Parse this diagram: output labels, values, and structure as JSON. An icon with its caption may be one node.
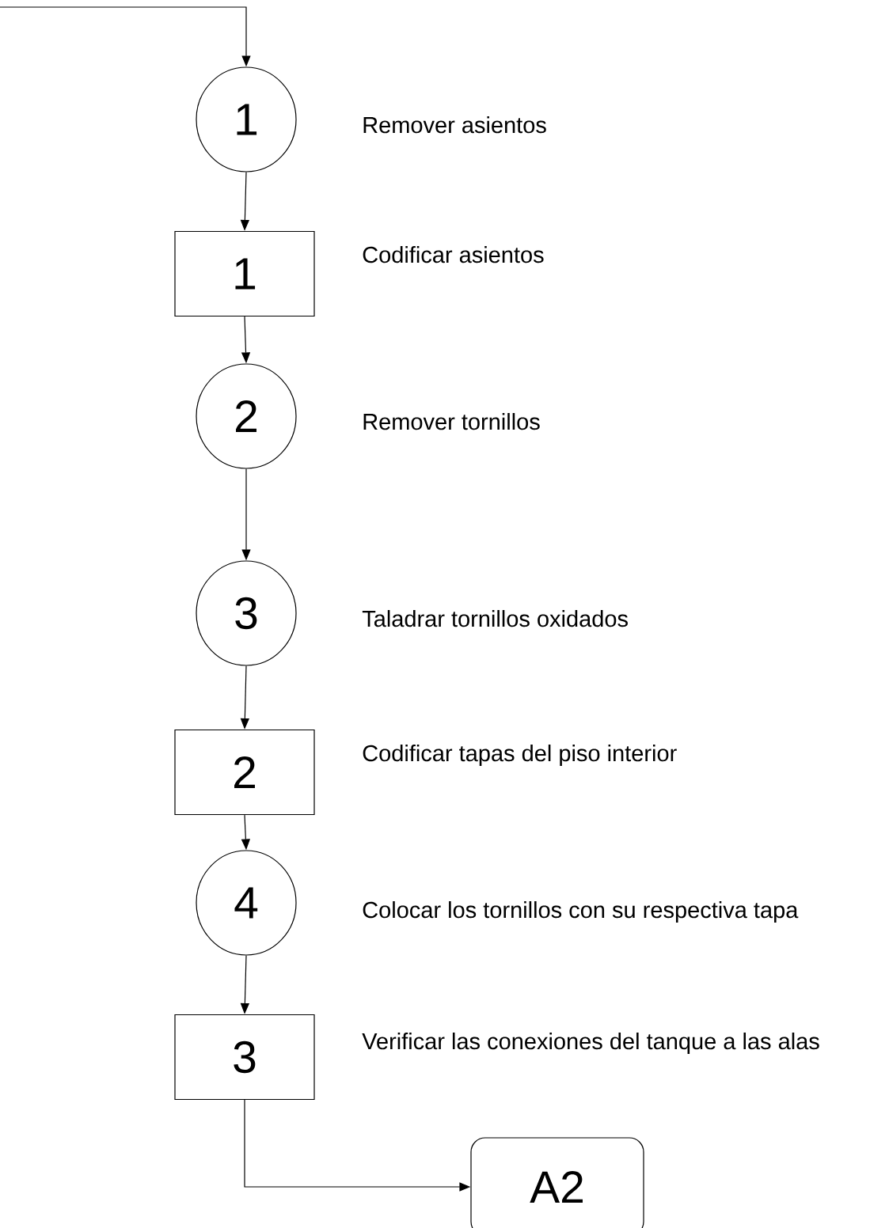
{
  "diagram": {
    "nodes": [
      {
        "text": [
          "1"
        ],
        "beside": [
          "Remover asientos"
        ]
      },
      {
        "text": [
          "1"
        ],
        "beside": [
          "Codificar asientos"
        ]
      },
      {
        "text": [
          "2"
        ],
        "beside": [
          "Remover tornillos"
        ]
      },
      {
        "text": [
          "3"
        ],
        "beside": [
          "Taladrar tornillos oxidados"
        ]
      },
      {
        "text": [
          "2"
        ],
        "beside": [
          "Codificar tapas del piso interior"
        ]
      },
      {
        "text": [
          "4"
        ],
        "beside": [
          "Colocar los tornillos con su respectiva tapa"
        ]
      },
      {
        "text": [
          "3"
        ],
        "beside": [
          "Verificar las conexiones del tanque a las alas"
        ]
      },
      {
        "text": [
          "A2"
        ]
      }
    ],
    "edges": [
      {
        "from": null,
        "to": 0,
        "arrow": "to"
      },
      {
        "from": 0,
        "to": 1,
        "arrow": "to"
      },
      {
        "from": 1,
        "to": 2,
        "arrow": "to"
      },
      {
        "from": 2,
        "to": 3,
        "arrow": "to"
      },
      {
        "from": 3,
        "to": 4,
        "arrow": "to"
      },
      {
        "from": 4,
        "to": 5,
        "arrow": "to"
      },
      {
        "from": 5,
        "to": 6,
        "arrow": "to"
      },
      {
        "from": 6,
        "to": 7,
        "arrow": "to"
      }
    ]
  }
}
